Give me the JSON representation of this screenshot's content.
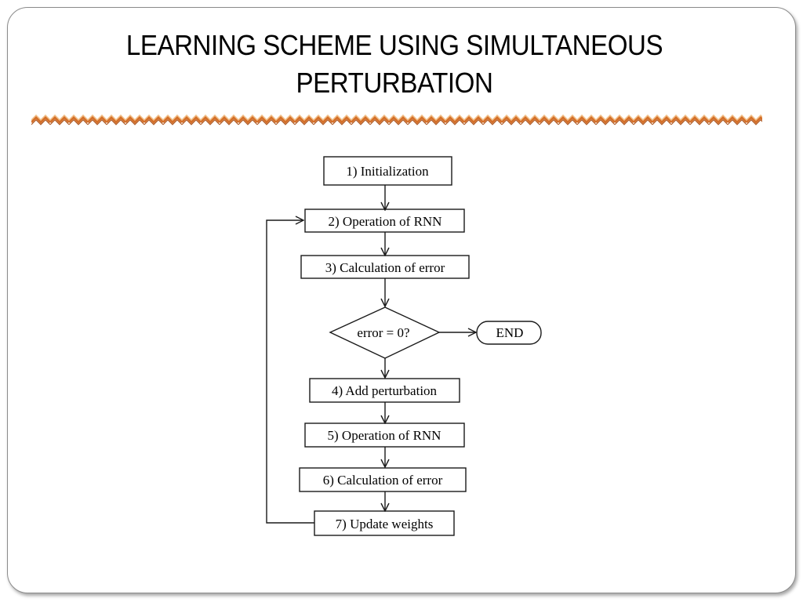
{
  "slide": {
    "title_line1": "LEARNING SCHEME USING SIMULTANEOUS",
    "title_line2": "PERTURBATION"
  },
  "flowchart": {
    "steps": [
      "1) Initialization",
      "2) Operation of RNN",
      "3) Calculation of error",
      "4) Add perturbation",
      "5) Operation of RNN",
      "6) Calculation of error",
      "7) Update weights"
    ],
    "decision": "error = 0?",
    "terminal": "END"
  },
  "colors": {
    "divider_primary": "#d4702a",
    "divider_secondary": "#f2c089",
    "stroke": "#1a1a1a"
  }
}
